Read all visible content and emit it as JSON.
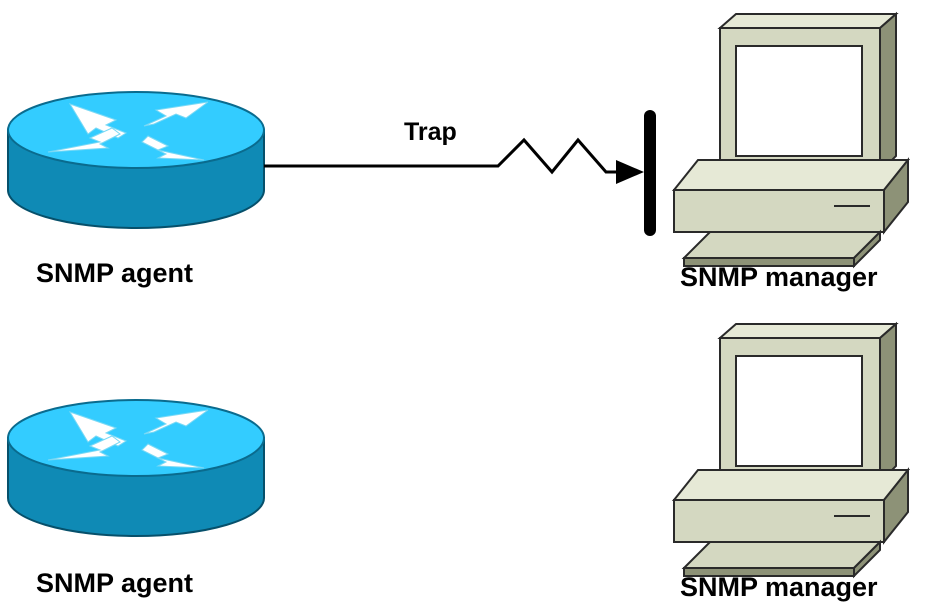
{
  "diagram": {
    "top_agent": {
      "label": "SNMP agent"
    },
    "bottom_agent": {
      "label": "SNMP agent"
    },
    "top_manager": {
      "label": "SNMP manager"
    },
    "bottom_manager": {
      "label": "SNMP manager"
    },
    "connection": {
      "label": "Trap"
    }
  },
  "icons": {
    "agent": "router-icon",
    "manager": "computer-icon"
  },
  "colors": {
    "router_top": "#33ccff",
    "router_side": "#0f8ab5",
    "router_arrows": "#ffffff",
    "computer_body": "#d4d8c1",
    "computer_shadow": "#8d9277",
    "screen": "#ffffff",
    "line": "#000000"
  }
}
